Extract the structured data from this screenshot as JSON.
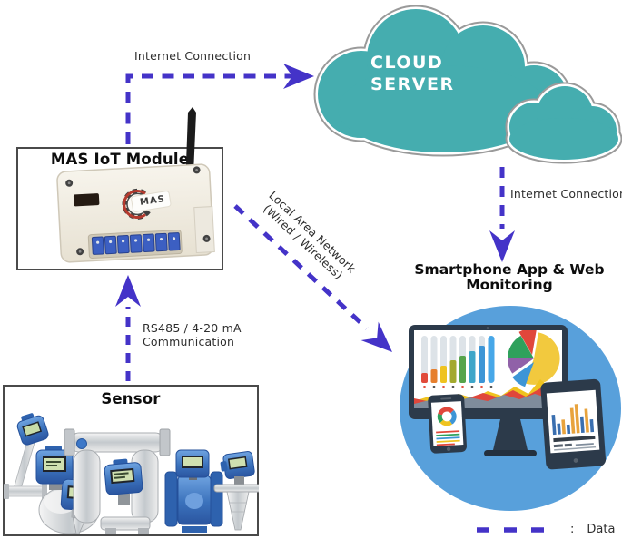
{
  "cloud": {
    "line1": "CLOUD",
    "line2": "SERVER"
  },
  "iot_module": {
    "title": "MAS IoT Module",
    "logo_text": "MAS"
  },
  "sensor": {
    "title": "Sensor"
  },
  "monitoring": {
    "title_line1": "Smartphone App & Web",
    "title_line2": "Monitoring"
  },
  "connections": {
    "module_to_cloud": {
      "label": "Internet Connection"
    },
    "cloud_to_monitoring": {
      "label": "Internet Connection"
    },
    "sensor_to_module": {
      "label_line1": "RS485 / 4-20 mA",
      "label_line2": "Communication"
    },
    "module_to_monitoring": {
      "label_line1": "Local Area Network",
      "label_line2": "(Wired / Wireless)"
    }
  },
  "legend": {
    "separator": ":",
    "label": "Data"
  },
  "colors": {
    "arrow": "#4433C8",
    "cloud_fill": "#45ADAF",
    "cloud_outline": "#9A9A9A",
    "box_border": "#4A4A4A",
    "monitor_frame": "#2C3A4A",
    "illustration_circle": "#58A0DB"
  }
}
